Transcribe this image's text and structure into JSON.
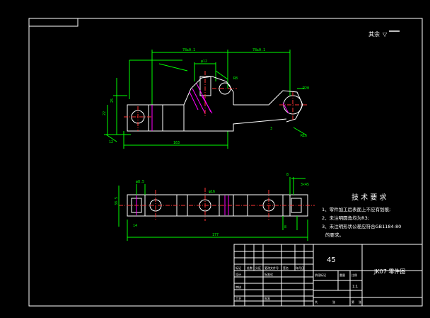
{
  "surface_finish": {
    "label": "其余",
    "symbol": "▽"
  },
  "dimensions": {
    "top_left_span": "78±0.1",
    "top_right_span": "78±0.1",
    "hole_width": "φ12",
    "radius_small": "R8",
    "radius_large": "R20",
    "left_height": "25",
    "left_offset": "22",
    "left_small": "12",
    "bottom_total": "163",
    "angle_right": "R16",
    "angle_small": "3",
    "lower_height": "38.5",
    "lower_top": "φ8.5",
    "lower_mid": "φ16",
    "lower_right_top": "8",
    "lower_right_chamfer": "3×45",
    "lower_total": "177",
    "lower_left_a": "14",
    "lower_left_b": "8"
  },
  "tech_requirements": {
    "title": "技 术 要 求",
    "items": [
      "1、零件加工后表面上不应有划痕;",
      "2、未注明圆角均为R3;",
      "3、未注明形状公差应符合GB1184-80",
      "的要求。"
    ]
  },
  "title_block": {
    "material": "45",
    "part_name": "JK07 零件图",
    "scale": "1:1",
    "cells": [
      "标记",
      "处数",
      "分区",
      "更改文件号",
      "签名",
      "年月日",
      "设计",
      "标准化",
      "审核",
      "工艺",
      "批准",
      "阶段标记",
      "重量",
      "比例",
      "共",
      "张",
      "第",
      "张"
    ]
  },
  "colors": {
    "frame": "#ffffff",
    "part": "#ffffff",
    "dimension": "#00ff00",
    "center": "#ff3333",
    "hatch": "#ff00ff",
    "text": "#ffffff"
  }
}
